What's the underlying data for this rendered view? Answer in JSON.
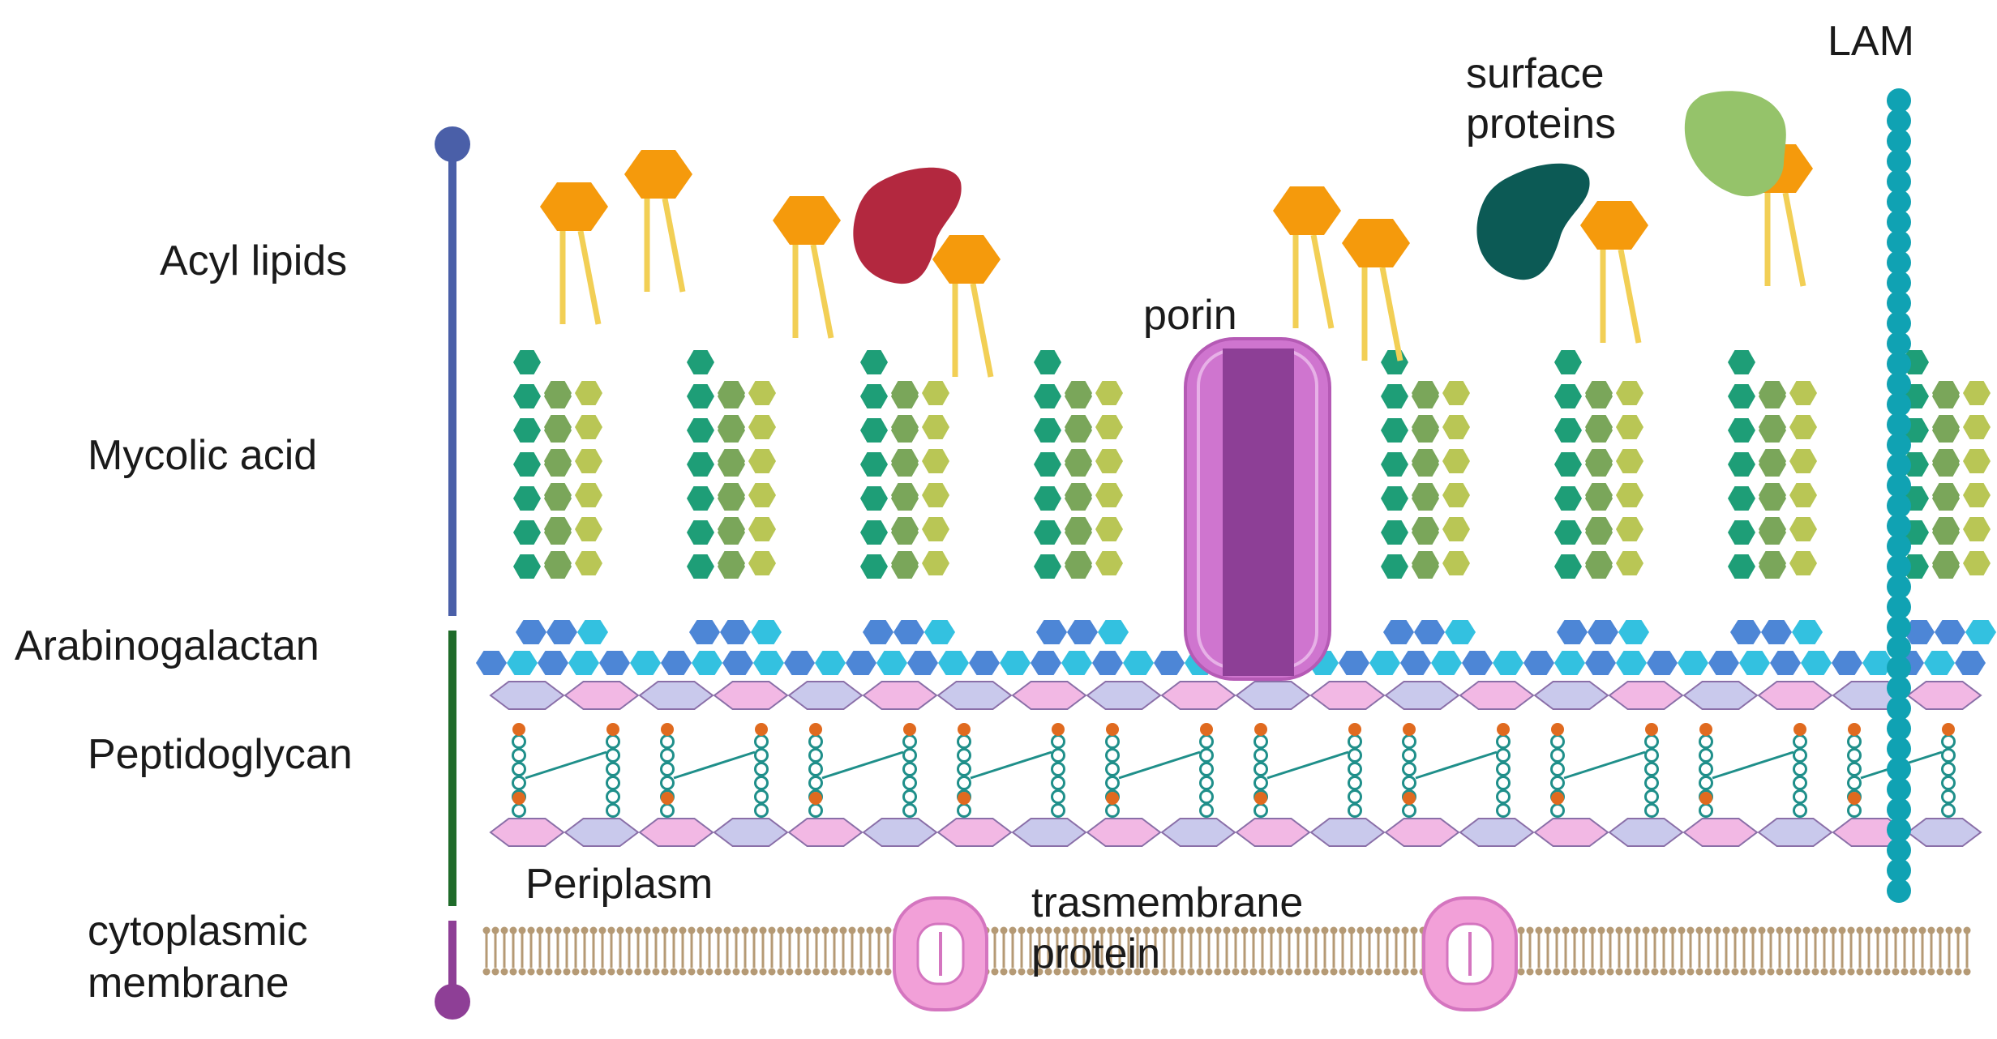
{
  "labels": {
    "acyl_lipids": "Acyl lipids",
    "mycolic_acid": "Mycolic acid",
    "arabinogalactan": "Arabinogalactan",
    "peptidoglycan": "Peptidoglycan",
    "cytoplasmic_membrane_line1": "cytoplasmic",
    "cytoplasmic_membrane_line2": "membrane",
    "periplasm": "Periplasm",
    "porin": "porin",
    "surface_proteins_line1": "surface",
    "surface_proteins_line2": "proteins",
    "lam": "LAM",
    "transmembrane_line1": "trasmembrane",
    "transmembrane_line2": "protein"
  },
  "colors": {
    "outer_bar": "#4a5fa8",
    "peptidoglycan_bar": "#1f6b2a",
    "membrane_bar": "#8e3f96",
    "lipid_head": "#f59a0c",
    "lipid_tail": "#f2cf55",
    "mycolic_dark": "#1e9e77",
    "mycolic_mid": "#7aa65a",
    "mycolic_light": "#b9c655",
    "arabino_blue": "#4d86d6",
    "arabino_cyan": "#33c1e0",
    "pg_pink": "#f2b8e4",
    "pg_lavender": "#c9c9ec",
    "pg_orange": "#e06a1f",
    "pg_ring": "#1f8f8a",
    "porin_outer": "#cf75cf",
    "porin_inner": "#8d3f96",
    "protein_red": "#b3283f",
    "protein_teal": "#0c5a55",
    "protein_green": "#95c36a",
    "lam_teal": "#10a2b3",
    "membrane_dot": "#b59a75",
    "tm_protein": "#f2a0d8"
  }
}
